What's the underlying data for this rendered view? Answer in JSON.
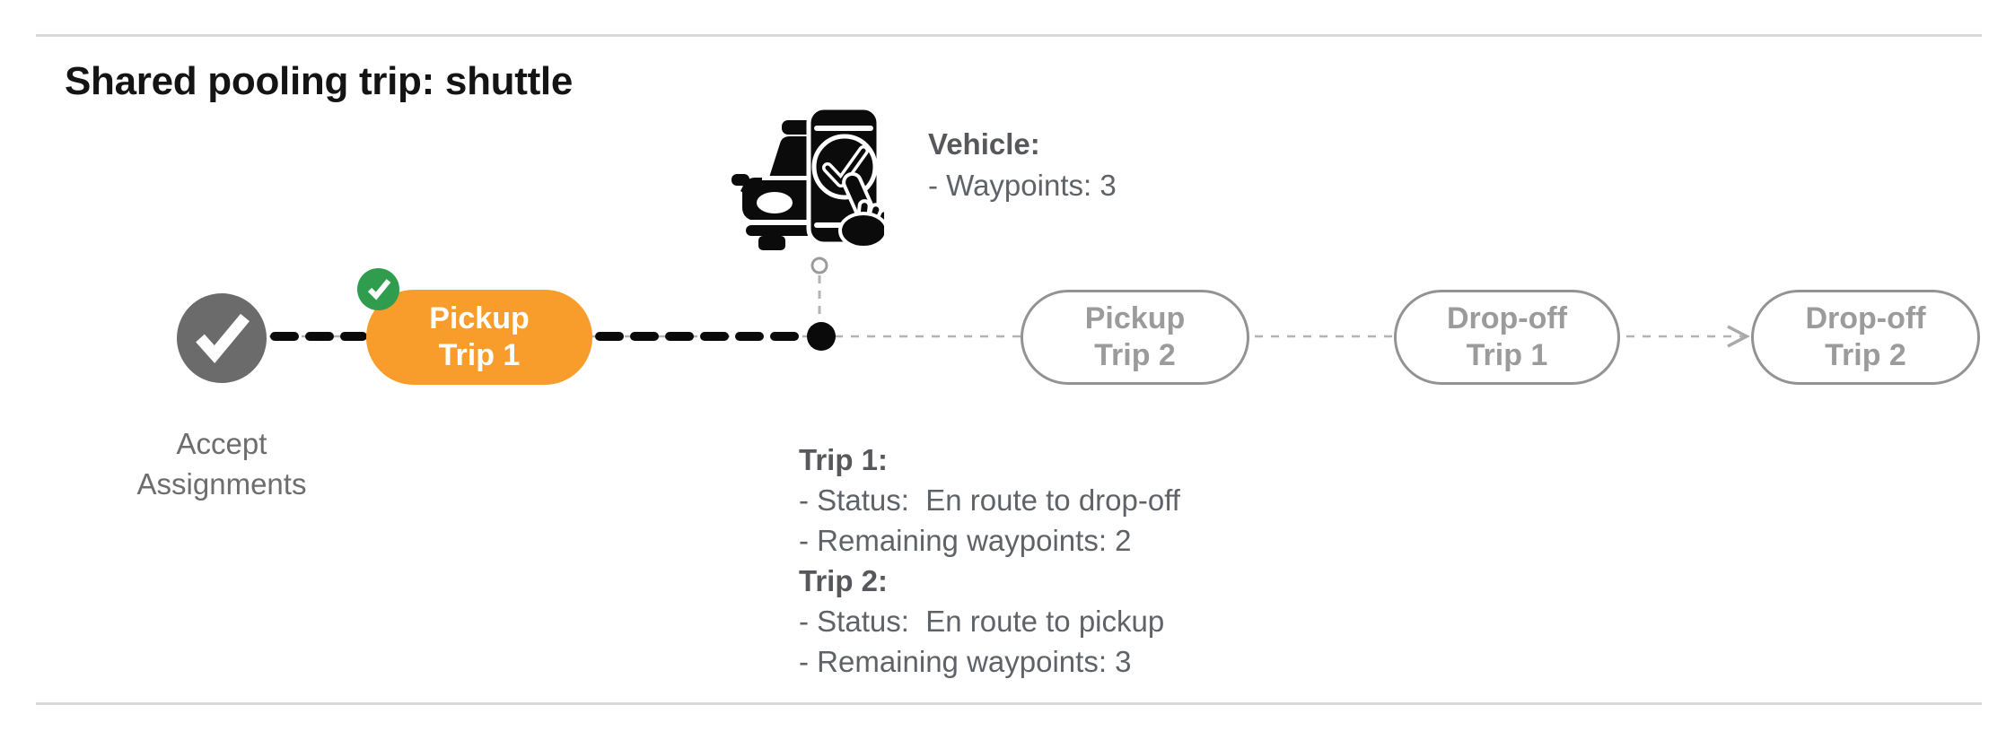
{
  "title": "Shared pooling trip: shuttle",
  "colors": {
    "accent_orange": "#f89c2b",
    "success_green": "#2f9d4d",
    "done_node_gray": "#6b6b6b",
    "upcoming_border_gray": "#939393",
    "upcoming_text_gray": "#9b9b9b",
    "body_text_gray": "#5f6368",
    "connector_gray": "#b3b3b3",
    "connector_black": "#0a0a0a",
    "divider_gray": "#d9d9d9"
  },
  "timeline": {
    "accept": {
      "label": "Accept\nAssignments",
      "state": "done"
    },
    "pills": [
      {
        "id": "pickup-trip-1",
        "label": "Pickup\nTrip 1",
        "state": "active-completed"
      },
      {
        "id": "pickup-trip-2",
        "label": "Pickup\nTrip 2",
        "state": "upcoming"
      },
      {
        "id": "dropoff-trip-1",
        "label": "Drop-off\nTrip 1",
        "state": "upcoming"
      },
      {
        "id": "dropoff-trip-2",
        "label": "Drop-off\nTrip 2",
        "state": "upcoming"
      }
    ]
  },
  "vehicle_info": {
    "heading": "Vehicle:",
    "waypoints": "- Waypoints: 3"
  },
  "trip_info": {
    "trip1": {
      "heading": "Trip 1:",
      "status": "- Status:  En route to drop-off",
      "remaining": "- Remaining waypoints: 2"
    },
    "trip2": {
      "heading": "Trip 2:",
      "status": "- Status:  En route to pickup",
      "remaining": "- Remaining waypoints: 3"
    }
  }
}
